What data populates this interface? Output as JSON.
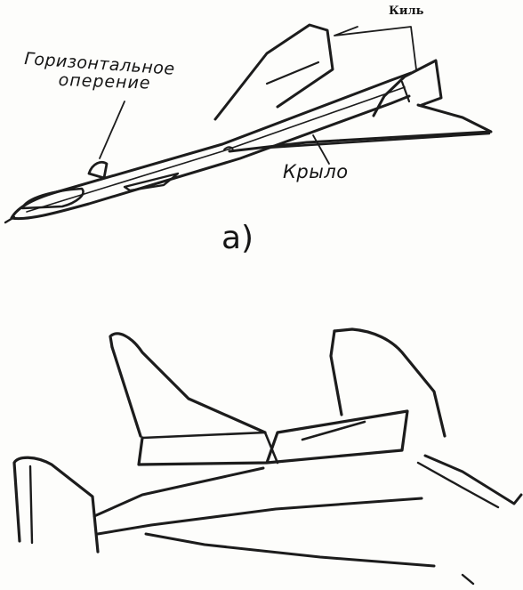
{
  "diagram_a": {
    "label_fin": "Киль",
    "label_tail_line1": "Горизонтальное",
    "label_tail_line2": "оперение",
    "label_wing": "Крыло",
    "caption": "а)"
  },
  "colors": {
    "ink": "#1c1c1c",
    "paper": "#fdfdfb"
  }
}
